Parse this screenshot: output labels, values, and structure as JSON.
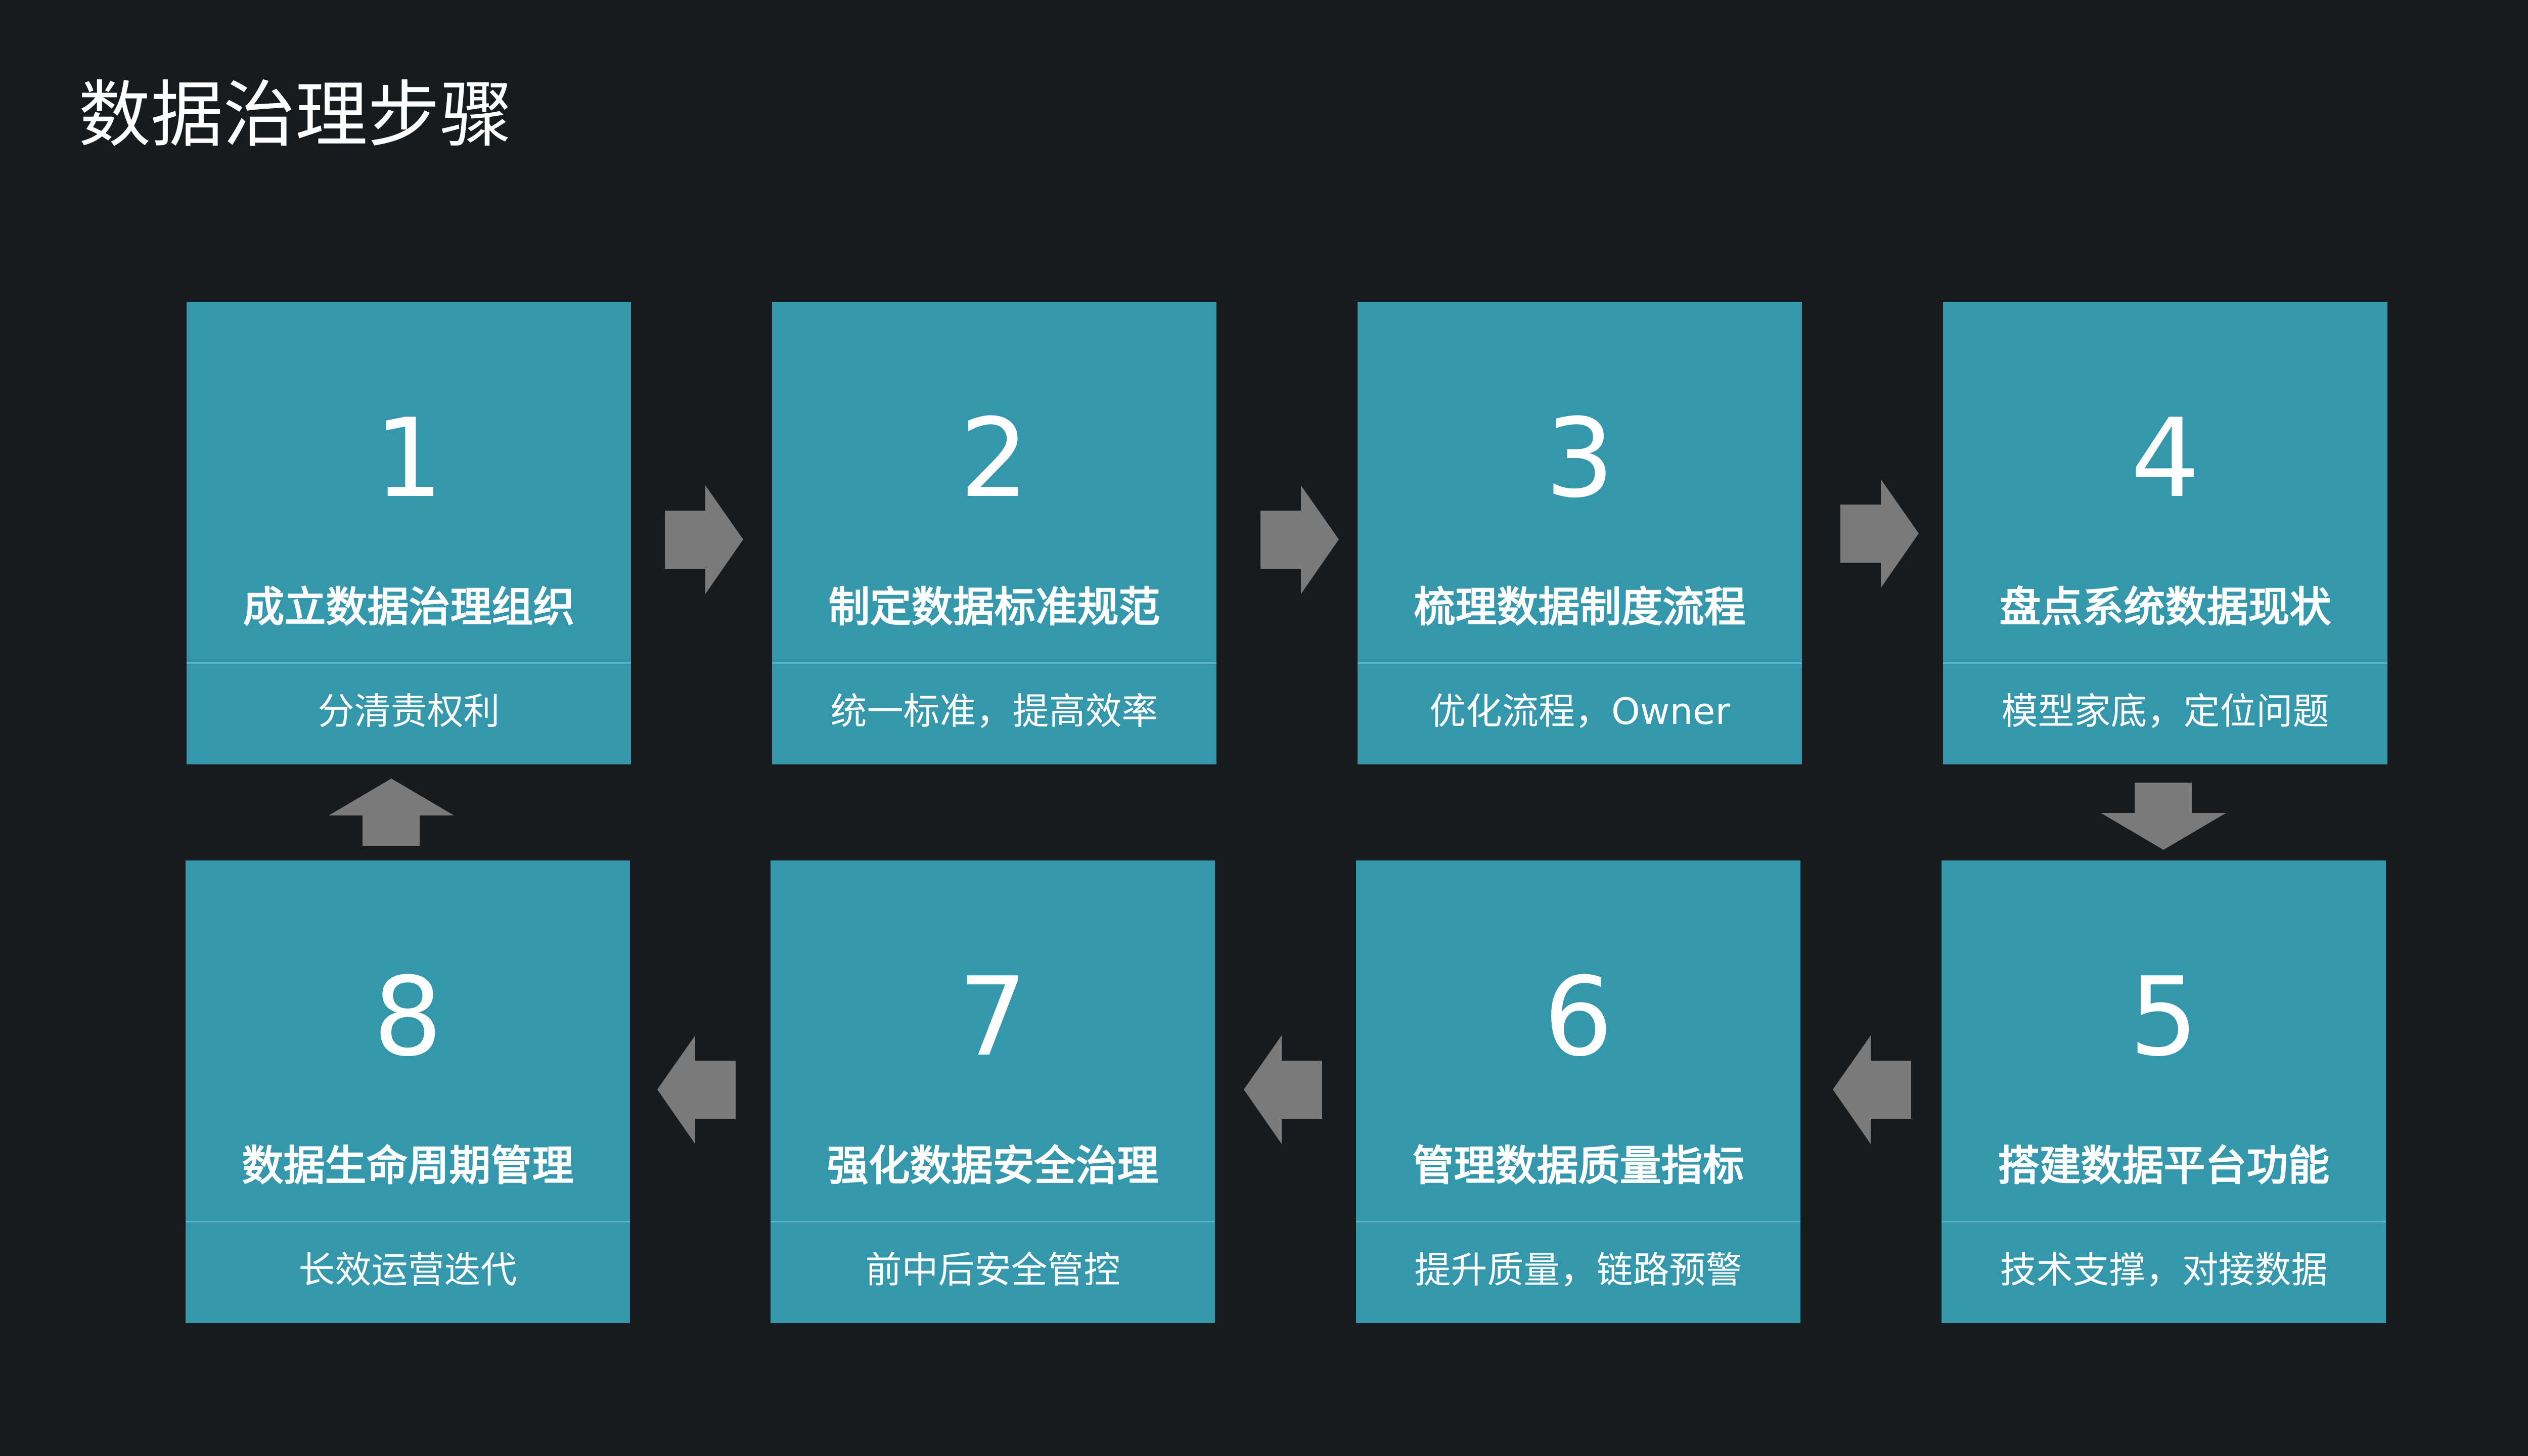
{
  "title": "数据治理步骤",
  "steps": [
    {
      "num": "1",
      "name": "成立数据治理组织",
      "desc": "分清责权利"
    },
    {
      "num": "2",
      "name": "制定数据标准规范",
      "desc": "统一标准，提高效率"
    },
    {
      "num": "3",
      "name": "梳理数据制度流程",
      "desc": "优化流程，Owner"
    },
    {
      "num": "4",
      "name": "盘点系统数据现状",
      "desc": "模型家底，定位问题"
    },
    {
      "num": "5",
      "name": "搭建数据平台功能",
      "desc": "技术支撑，对接数据"
    },
    {
      "num": "6",
      "name": "管理数据质量指标",
      "desc": "提升质量，链路预警"
    },
    {
      "num": "7",
      "name": "强化数据安全治理",
      "desc": "前中后安全管控"
    },
    {
      "num": "8",
      "name": "数据生命周期管理",
      "desc": "长效运营迭代"
    }
  ],
  "colors": {
    "background": "#181b1e",
    "card": "#3597ab",
    "divider": "#5fb3c4",
    "arrow": "#7a7a7a",
    "text": "#ffffff"
  }
}
